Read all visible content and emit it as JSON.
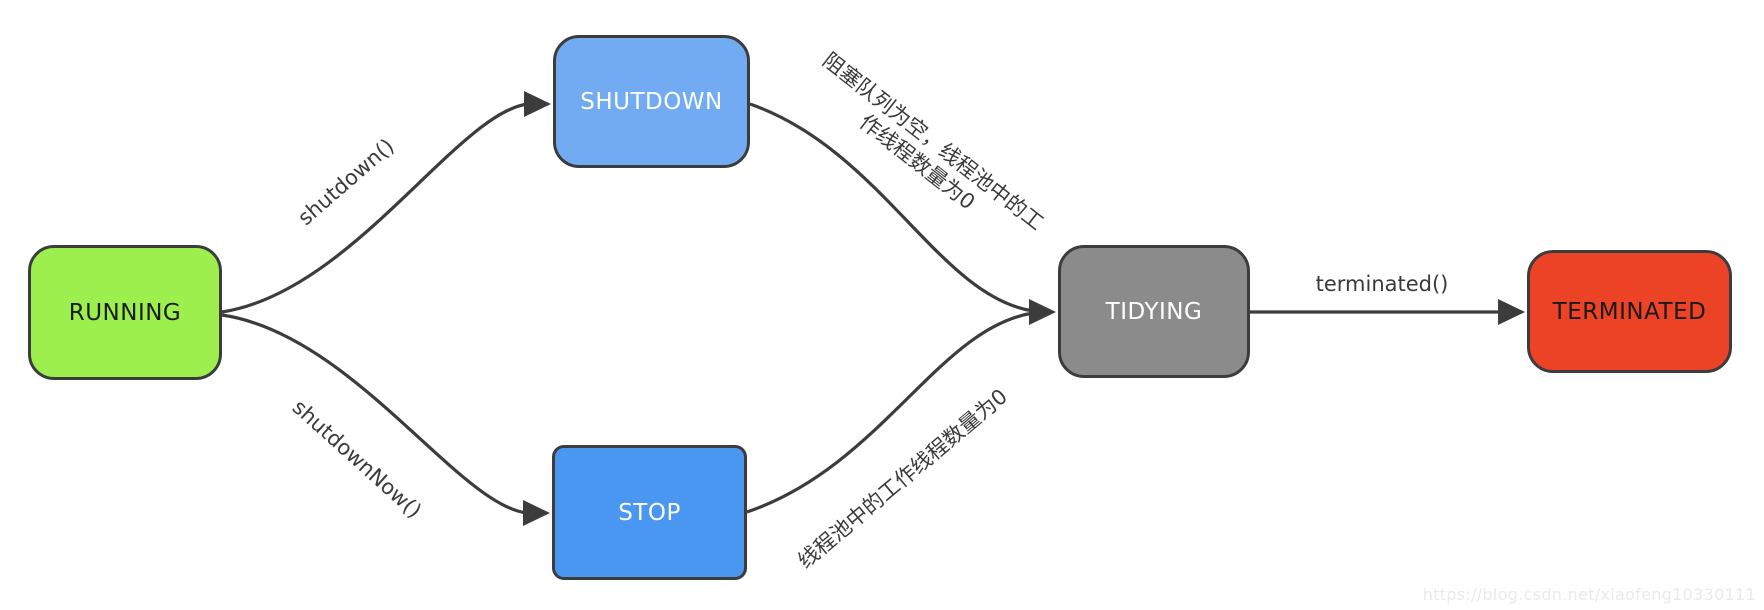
{
  "diagram_type": "state-transition-diagram",
  "nodes": [
    {
      "id": "running",
      "label": "RUNNING",
      "fill": "#9DEF4E",
      "text_color": "#1c1c1c"
    },
    {
      "id": "shutdown",
      "label": "SHUTDOWN",
      "fill": "#73ABF2",
      "text_color": "#ffffff"
    },
    {
      "id": "stop",
      "label": "STOP",
      "fill": "#4A97F1",
      "text_color": "#ffffff"
    },
    {
      "id": "tidying",
      "label": "TIDYING",
      "fill": "#8B8B8B",
      "text_color": "#ffffff"
    },
    {
      "id": "terminated",
      "label": "TERMINATED",
      "fill": "#EC4226",
      "text_color": "#1a1a1a"
    }
  ],
  "edges": [
    {
      "from": "RUNNING",
      "to": "SHUTDOWN",
      "label": "shutdown()"
    },
    {
      "from": "RUNNING",
      "to": "STOP",
      "label": "shutdownNow()"
    },
    {
      "from": "SHUTDOWN",
      "to": "TIDYING",
      "label": "阻塞队列为空，线程池中的工作线程数量为0",
      "label_lines": [
        "阻塞队列为空，线程池中的工",
        "作线程数量为0"
      ]
    },
    {
      "from": "STOP",
      "to": "TIDYING",
      "label": "线程池中的工作线程数量为0"
    },
    {
      "from": "TIDYING",
      "to": "TERMINATED",
      "label": "terminated()"
    }
  ],
  "edge_style": {
    "stroke_color": "#3c3c3c",
    "arrowhead": "filled-triangle"
  },
  "watermark": "https://blog.csdn.net/xiaofeng10330111"
}
